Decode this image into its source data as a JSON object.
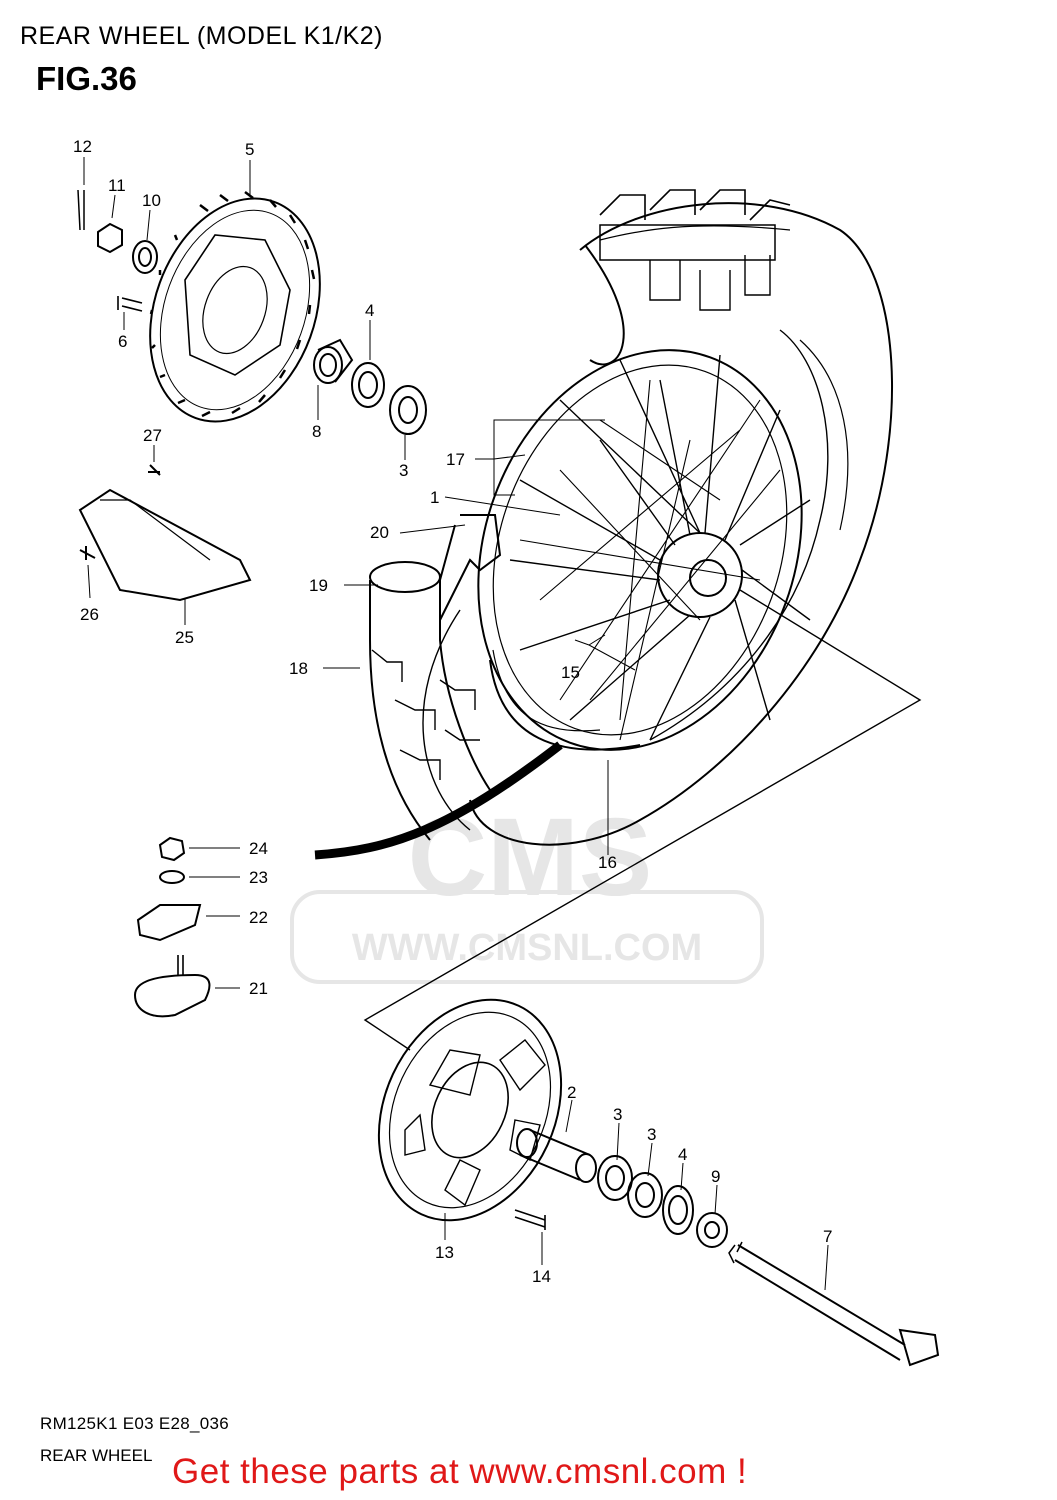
{
  "header": {
    "title": "REAR WHEEL (MODEL K1/K2)",
    "figure": "FIG.36"
  },
  "watermark": {
    "brand": "CMS",
    "url": "WWW.CMSNL.COM"
  },
  "callouts": [
    "1",
    "2",
    "3",
    "3",
    "3",
    "4",
    "4",
    "5",
    "6",
    "7",
    "8",
    "9",
    "10",
    "11",
    "12",
    "13",
    "14",
    "15",
    "16",
    "17",
    "18",
    "19",
    "20",
    "21",
    "22",
    "23",
    "24",
    "25",
    "26",
    "27"
  ],
  "footer": {
    "model_code": "RM125K1 E03 E28_036",
    "section": "REAR WHEEL",
    "cta": "Get these parts at www.cmsnl.com !"
  },
  "colors": {
    "line": "#000000",
    "cta": "#e01818",
    "watermark": "#e6e6e6"
  }
}
